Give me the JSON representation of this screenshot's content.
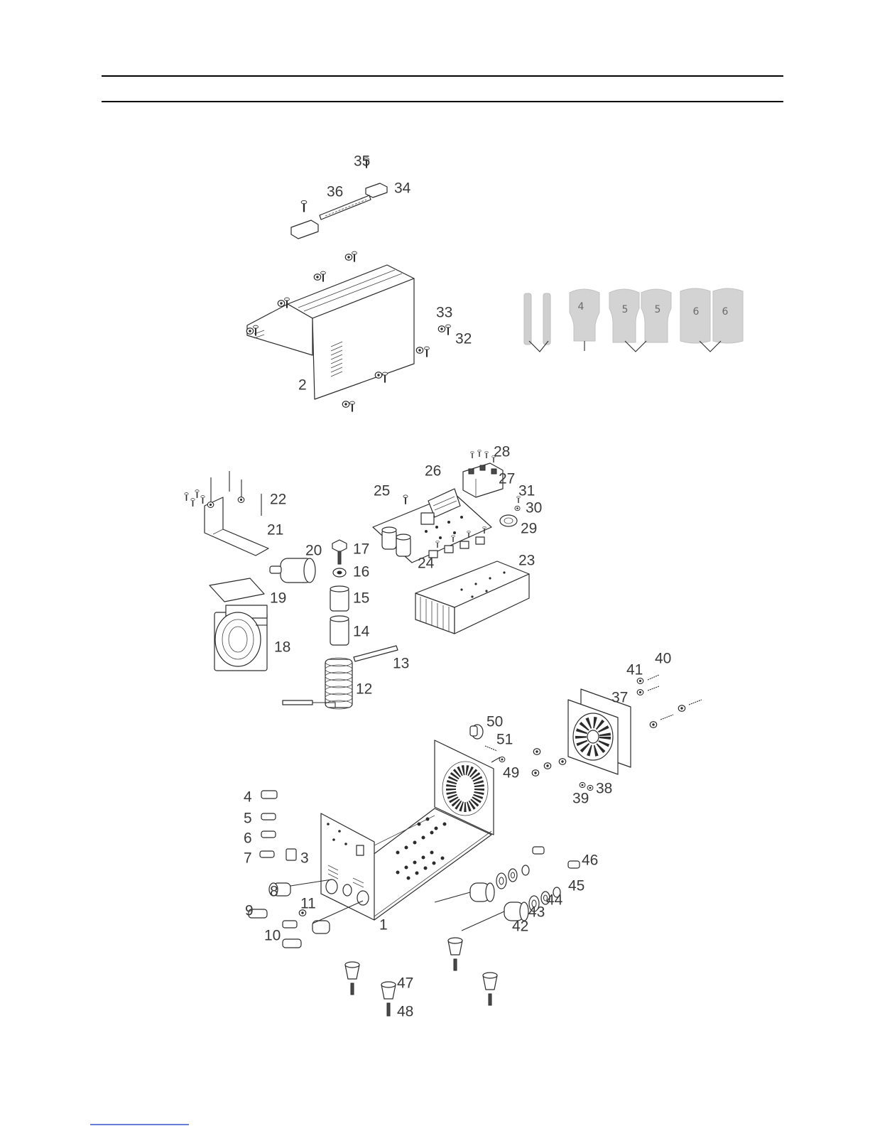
{
  "callouts": [
    "35",
    "36",
    "34",
    "33",
    "32",
    "2",
    "28",
    "26",
    "27",
    "25",
    "31",
    "30",
    "22",
    "29",
    "21",
    "20",
    "17",
    "16",
    "23",
    "24",
    "15",
    "19",
    "14",
    "18",
    "13",
    "41",
    "40",
    "12",
    "37",
    "50",
    "51",
    "49",
    "38",
    "39",
    "4",
    "5",
    "6",
    "7",
    "3",
    "46",
    "45",
    "8",
    "11",
    "44",
    "9",
    "43",
    "10",
    "1",
    "42",
    "47",
    "48"
  ],
  "photo_labels": [
    "4",
    "5",
    "5",
    "6",
    "6"
  ],
  "colors": {
    "ink": "#2b2b2b",
    "label": "#3a3a3a",
    "sleeve": "#d3d3d3",
    "link_underline": "#3355cc"
  }
}
